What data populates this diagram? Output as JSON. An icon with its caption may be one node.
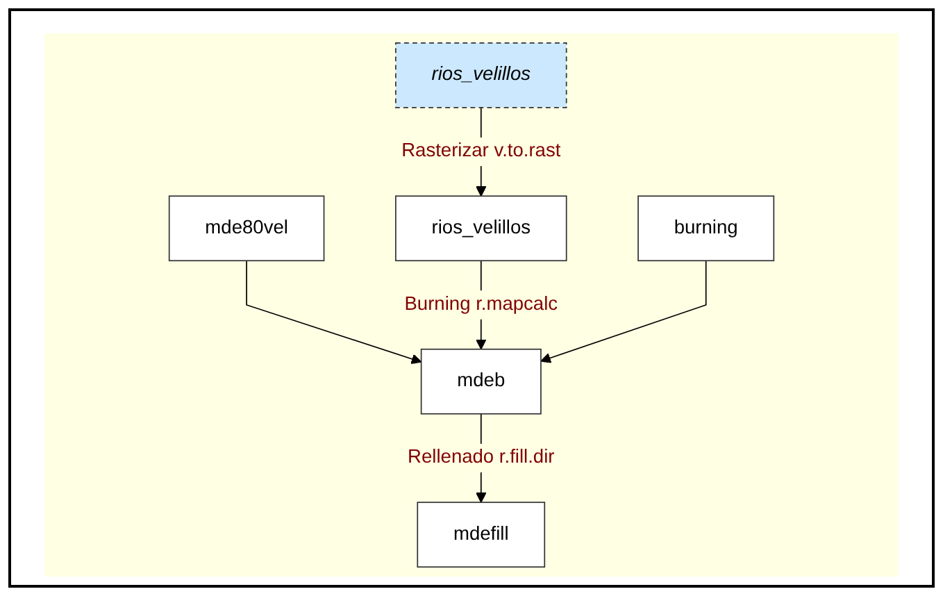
{
  "diagram": {
    "nodes": [
      {
        "text": [
          "rios_velillos"
        ]
      },
      {
        "text": [
          "mde80vel"
        ]
      },
      {
        "text": [
          "rios_velillos"
        ]
      },
      {
        "text": [
          "burning"
        ]
      },
      {
        "text": [
          "mdeb"
        ]
      },
      {
        "text": [
          "mdefill"
        ]
      }
    ],
    "edges": [
      {
        "from": 0,
        "to": 2,
        "arrow": "to",
        "label": "Rasterizar v.to.rast"
      },
      {
        "from": 1,
        "to": 4,
        "arrow": "to"
      },
      {
        "from": 2,
        "to": 4,
        "arrow": "to",
        "label": "Burning r.mapcalc"
      },
      {
        "from": 3,
        "to": 4,
        "arrow": "to"
      },
      {
        "from": 4,
        "to": 5,
        "arrow": "to",
        "label": "Rellenado r.fill.dir"
      }
    ]
  }
}
